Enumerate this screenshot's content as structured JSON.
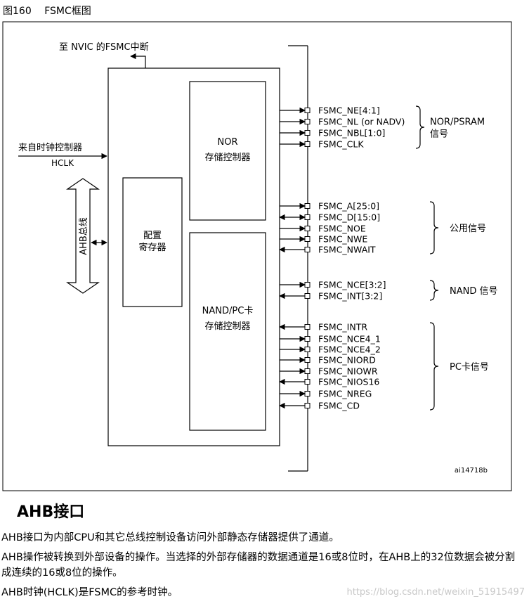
{
  "figure": {
    "number": "图160",
    "title": "FSMC框图",
    "figure_id": "ai14718b"
  },
  "nvic": {
    "label": "至 NVIC 的FSMC中断"
  },
  "clock": {
    "label": "来自时钟控制器",
    "signal": "HCLK"
  },
  "ahb_bus": {
    "label": "AHB总线"
  },
  "blocks": {
    "config": [
      "配置",
      "寄存器"
    ],
    "nor": [
      "NOR",
      "存储控制器"
    ],
    "nand": [
      "NAND/PC卡",
      "存储控制器"
    ]
  },
  "signal_groups": [
    {
      "name": "NOR/PSRAM 信号",
      "name_lines": [
        "NOR/PSRAM",
        "信号"
      ],
      "signals": [
        {
          "name": "FSMC_NE[4:1]",
          "dir": "out"
        },
        {
          "name": "FSMC_NL (or NADV)",
          "dir": "out"
        },
        {
          "name": "FSMC_NBL[1:0]",
          "dir": "out"
        },
        {
          "name": "FSMC_CLK",
          "dir": "out"
        }
      ]
    },
    {
      "name": "公用信号",
      "name_lines": [
        "公用信号"
      ],
      "signals": [
        {
          "name": "FSMC_A[25:0]",
          "dir": "out"
        },
        {
          "name": "FSMC_D[15:0]",
          "dir": "bi"
        },
        {
          "name": "FSMC_NOE",
          "dir": "out"
        },
        {
          "name": "FSMC_NWE",
          "dir": "out"
        },
        {
          "name": "FSMC_NWAIT",
          "dir": "in"
        }
      ]
    },
    {
      "name": "NAND 信号",
      "name_lines": [
        "NAND 信号"
      ],
      "signals": [
        {
          "name": "FSMC_NCE[3:2]",
          "dir": "out"
        },
        {
          "name": "FSMC_INT[3:2]",
          "dir": "in"
        }
      ]
    },
    {
      "name": "PC卡信号",
      "name_lines": [
        "PC卡信号"
      ],
      "signals": [
        {
          "name": "FSMC_INTR",
          "dir": "in"
        },
        {
          "name": "FSMC_NCE4_1",
          "dir": "out"
        },
        {
          "name": "FSMC_NCE4_2",
          "dir": "out"
        },
        {
          "name": "FSMC_NIORD",
          "dir": "out"
        },
        {
          "name": "FSMC_NIOWR",
          "dir": "out"
        },
        {
          "name": "FSMC_NIOS16",
          "dir": "in"
        },
        {
          "name": "FSMC_NREG",
          "dir": "out"
        },
        {
          "name": "FSMC_CD",
          "dir": "in"
        }
      ]
    }
  ],
  "section": {
    "heading": "AHB接口",
    "paragraphs": [
      "AHB接口为内部CPU和其它总线控制设备访问外部静态存储器提供了通道。",
      "AHB操作被转换到外部设备的操作。当选择的外部存储器的数据通道是16或8位时，在AHB上的32位数据会被分割成连续的16或8位的操作。",
      "AHB时钟(HCLK)是FSMC的参考时钟。"
    ]
  },
  "watermark": "https://blog.csdn.net/weixin_51915497"
}
